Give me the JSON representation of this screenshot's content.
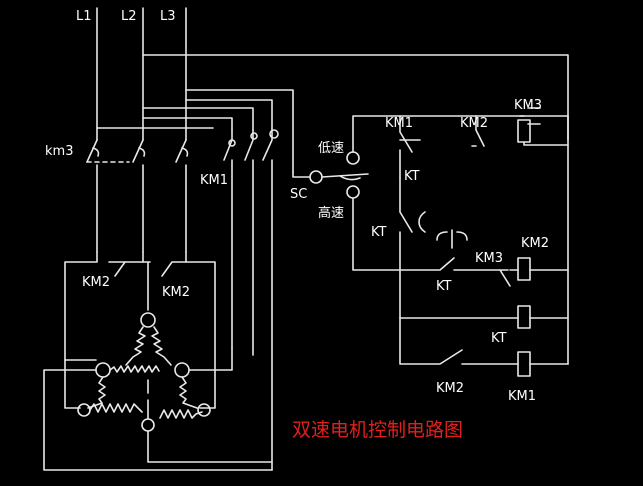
{
  "colors": {
    "background": "#000000",
    "wire": "#e8e8e8",
    "title": "#e0201c"
  },
  "labels": {
    "L1": "L1",
    "L2": "L2",
    "L3": "L3",
    "km3": "km3",
    "KM1_power": "KM1",
    "SC": "SC",
    "low_speed": "低速",
    "high_speed": "高速",
    "KM1_top": "KM1",
    "KM2_top": "KM2",
    "KM3_top": "KM3",
    "KT_a": "KT",
    "KT_b": "KT",
    "KT_c": "KT",
    "KM3_mid": "KM3",
    "KM2_coil": "KM2",
    "KT_coil": "KT",
    "KM2_bottom": "KM2",
    "KM1_coil": "KM1",
    "KM2_left": "KM2",
    "KM2_right": "KM2"
  },
  "title": "双速电机控制电路图"
}
